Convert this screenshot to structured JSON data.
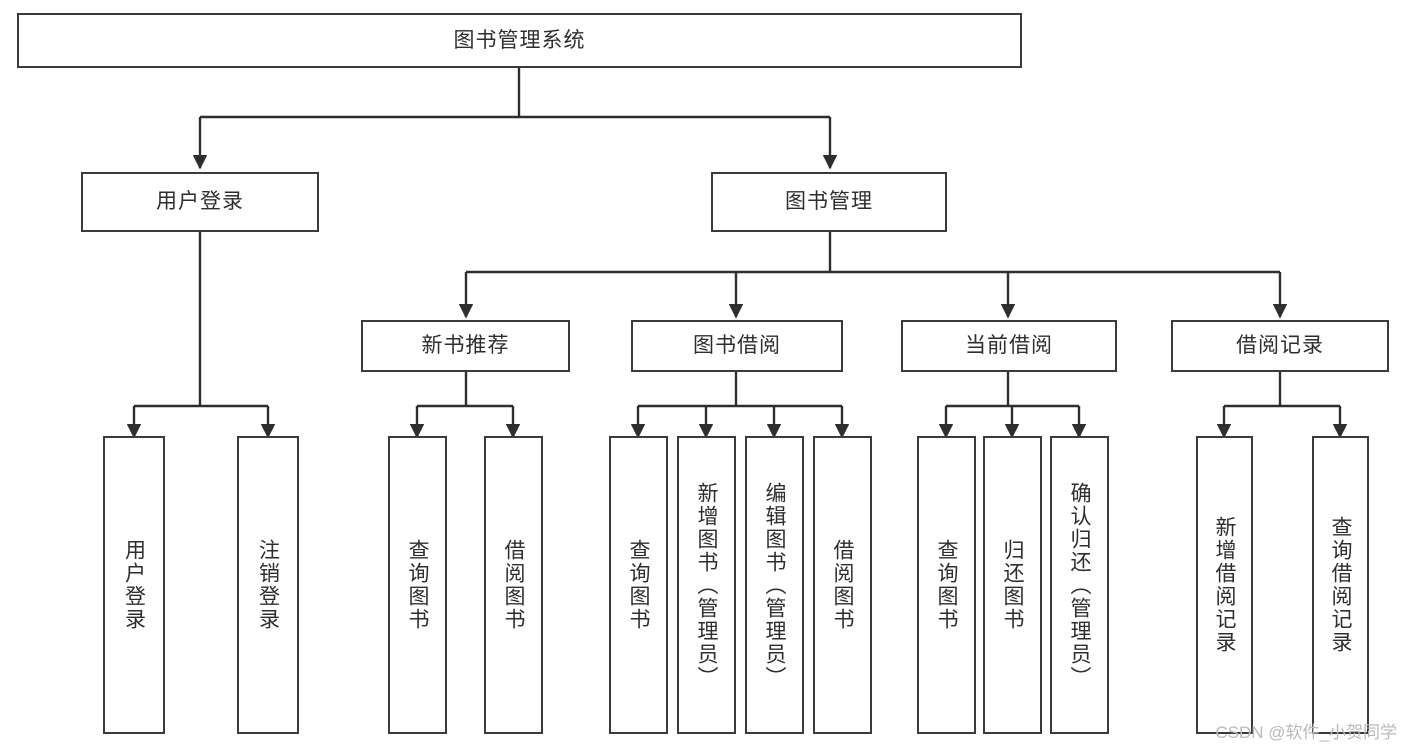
{
  "diagram": {
    "type": "tree-hierarchy-chart",
    "title": "图书管理系统",
    "theme": {
      "background": "#ffffff",
      "box_border": "#3a3a3a",
      "box_fill": "#ffffff",
      "text": "#2e2e2e",
      "edge": "#2e2e2e",
      "watermark": "#b9b9b9"
    },
    "levels": [
      {
        "level": 0,
        "nodes": [
          {
            "id": "root",
            "label": "图书管理系统",
            "orientation": "horizontal"
          }
        ]
      },
      {
        "level": 1,
        "nodes": [
          {
            "id": "login",
            "label": "用户登录",
            "orientation": "horizontal",
            "parent": "root"
          },
          {
            "id": "bookmgmt",
            "label": "图书管理",
            "orientation": "horizontal",
            "parent": "root"
          }
        ]
      },
      {
        "level": 2,
        "nodes": [
          {
            "id": "newbook",
            "label": "新书推荐",
            "orientation": "horizontal",
            "parent": "bookmgmt"
          },
          {
            "id": "borrow",
            "label": "图书借阅",
            "orientation": "horizontal",
            "parent": "bookmgmt"
          },
          {
            "id": "current",
            "label": "当前借阅",
            "orientation": "horizontal",
            "parent": "bookmgmt"
          },
          {
            "id": "records",
            "label": "借阅记录",
            "orientation": "horizontal",
            "parent": "bookmgmt"
          }
        ]
      },
      {
        "level": 3,
        "nodes": [
          {
            "id": "leaf1",
            "label": "用户登录",
            "orientation": "vertical",
            "parent": "login"
          },
          {
            "id": "leaf2",
            "label": "注销登录",
            "orientation": "vertical",
            "parent": "login"
          },
          {
            "id": "leaf3",
            "label": "查询图书",
            "orientation": "vertical",
            "parent": "newbook"
          },
          {
            "id": "leaf4",
            "label": "借阅图书",
            "orientation": "vertical",
            "parent": "newbook"
          },
          {
            "id": "leaf5",
            "label": "查询图书",
            "orientation": "vertical",
            "parent": "borrow"
          },
          {
            "id": "leaf6",
            "label": "新增图书（管理员）",
            "orientation": "vertical",
            "parent": "borrow"
          },
          {
            "id": "leaf7",
            "label": "编辑图书（管理员）",
            "orientation": "vertical",
            "parent": "borrow"
          },
          {
            "id": "leaf8",
            "label": "借阅图书",
            "orientation": "vertical",
            "parent": "borrow"
          },
          {
            "id": "leaf9",
            "label": "查询图书",
            "orientation": "vertical",
            "parent": "current"
          },
          {
            "id": "leaf10",
            "label": "归还图书",
            "orientation": "vertical",
            "parent": "current"
          },
          {
            "id": "leaf11",
            "label": "确认归还（管理员）",
            "orientation": "vertical",
            "parent": "current"
          },
          {
            "id": "leaf12",
            "label": "新增借阅记录",
            "orientation": "vertical",
            "parent": "records"
          },
          {
            "id": "leaf13",
            "label": "查询借阅记录",
            "orientation": "vertical",
            "parent": "records"
          }
        ]
      }
    ]
  },
  "watermark": {
    "text": "CSDN @软件_小贺同学"
  }
}
